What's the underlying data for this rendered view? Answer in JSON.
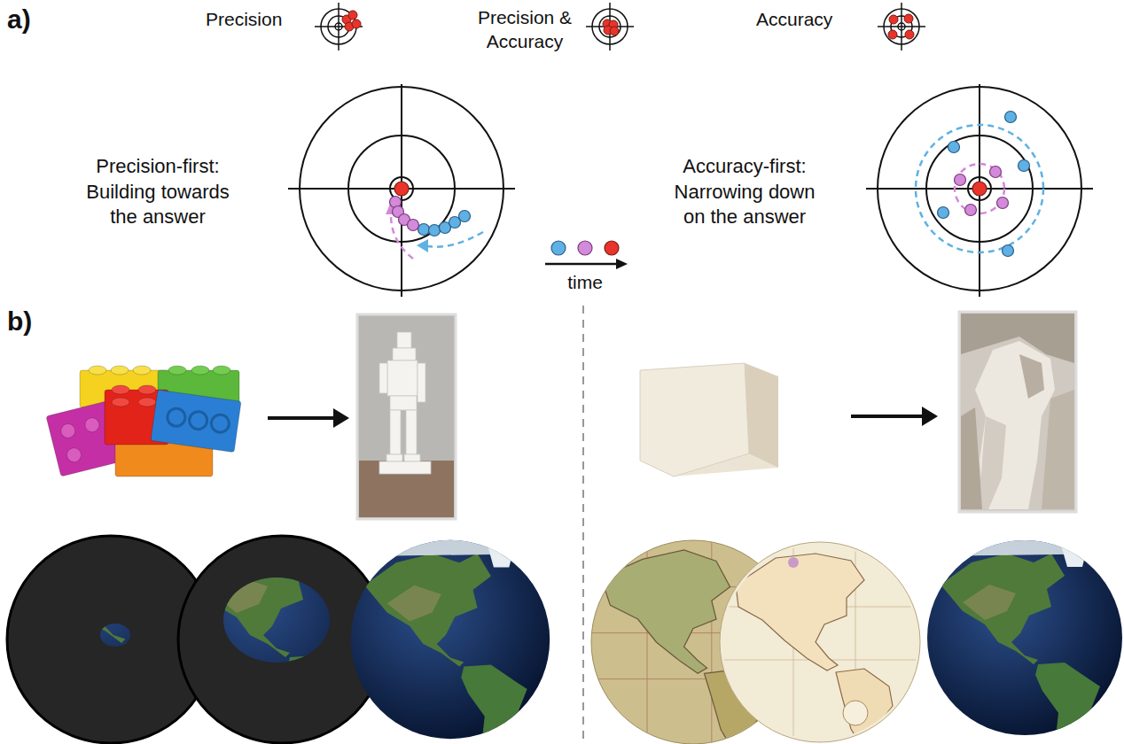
{
  "diagram": {
    "labels": [
      "a)",
      "Precision",
      "Precision & Accuracy",
      "Accuracy",
      "Precision-first: Building towards the answer",
      "time",
      "Accuracy-first: Narrowing down on the answer",
      "b)"
    ]
  }
}
